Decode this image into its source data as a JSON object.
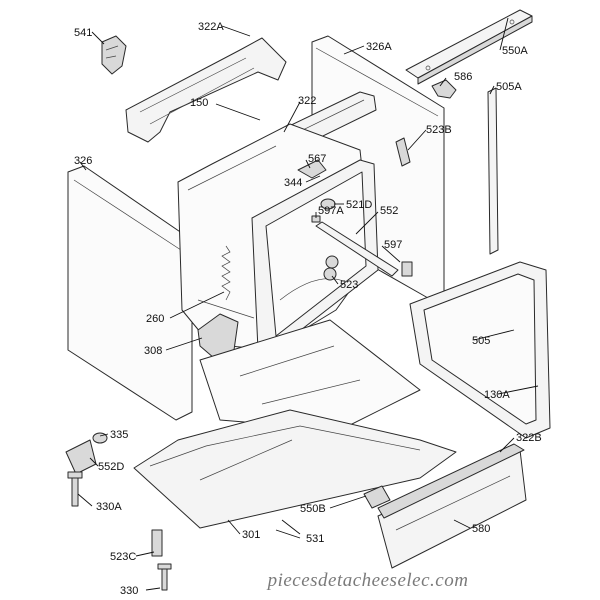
{
  "labels": {
    "l541": "541",
    "l322a": "322A",
    "l326a": "326A",
    "l550a": "550A",
    "l586": "586",
    "l505a": "505A",
    "l150": "150",
    "l322": "322",
    "l523b": "523B",
    "l326": "326",
    "l567": "567",
    "l344": "344",
    "l521d": "521D",
    "l597a": "597A",
    "l552": "552",
    "l597": "597",
    "l523": "523",
    "l260": "260",
    "l308": "308",
    "l505": "505",
    "l130a": "130A",
    "l335": "335",
    "l552d": "552D",
    "l330a": "330A",
    "l322b": "322B",
    "l550b": "550B",
    "l301": "301",
    "l531": "531",
    "l580": "580",
    "l523c": "523C",
    "l330": "330"
  },
  "watermark": "piecesdetacheeselec.com"
}
